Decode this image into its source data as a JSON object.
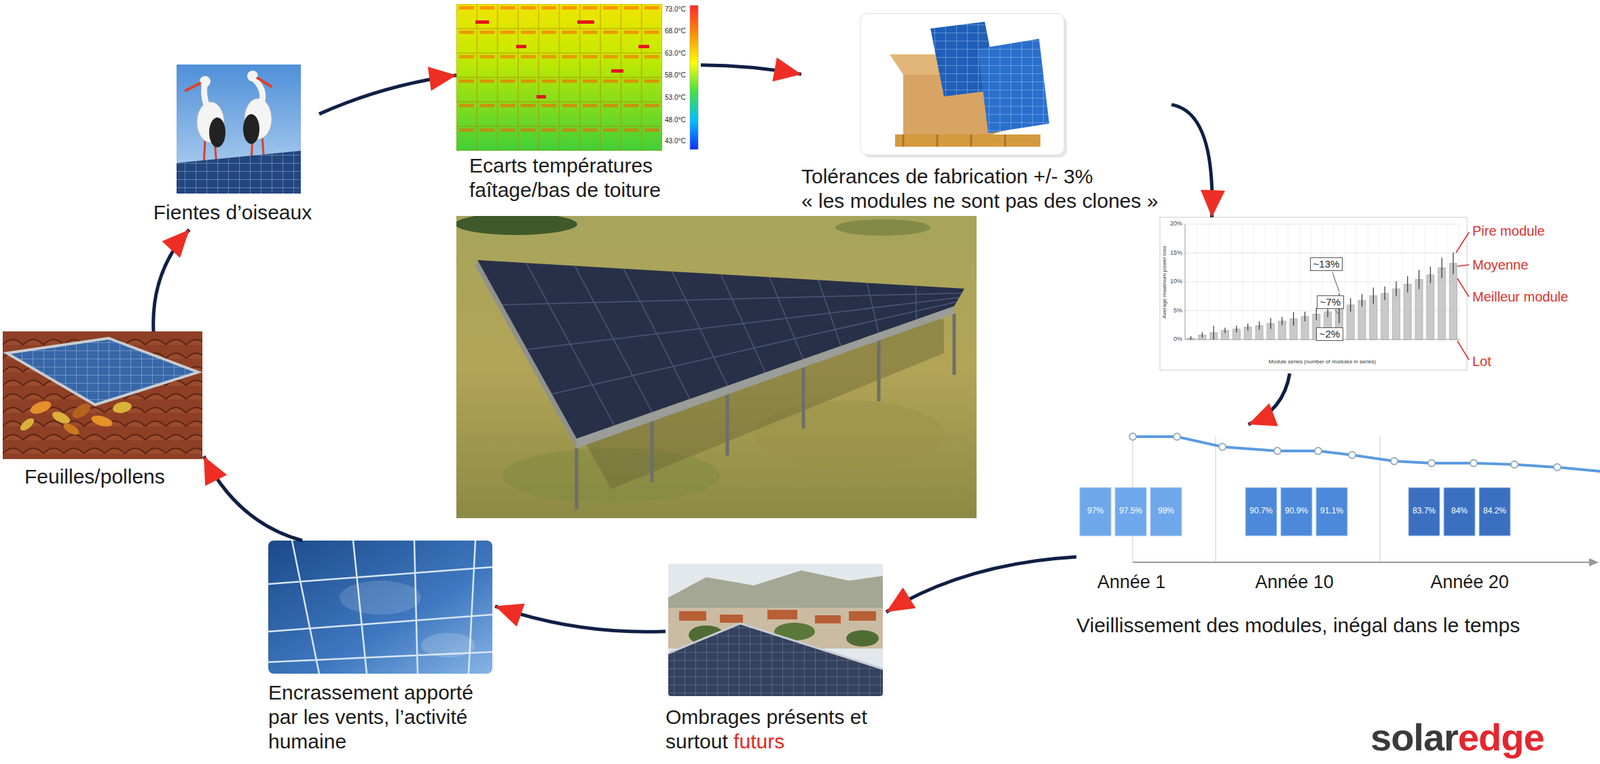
{
  "diagram": {
    "nodes": [
      {
        "text": [
          "Ecarts températures faîtage/bas de toiture"
        ]
      },
      {
        "text": [
          "Tolérances de fabrication +/- 3%",
          "« les modules ne sont pas des clones »"
        ]
      },
      {
        "text": [
          "~13%",
          "~7%",
          "~2%",
          "Pire module",
          "Moyenne",
          "Meilleur module",
          "Lot"
        ]
      },
      {
        "text": [
          "Vieillissement des modules, inégal dans le temps"
        ]
      },
      {
        "text": [
          "Ombrages présents et surtout",
          "futurs"
        ]
      },
      {
        "text": [
          "Encrassement apporté par les vents, l’activité humaine"
        ]
      },
      {
        "text": [
          "Feuilles/pollens"
        ]
      },
      {
        "text": [
          "Fientes d’oiseaux"
        ]
      }
    ],
    "edges": [
      {
        "from": 0,
        "to": 1,
        "arrow": "to"
      },
      {
        "from": 1,
        "to": 2,
        "arrow": "to"
      },
      {
        "from": 2,
        "to": 3,
        "arrow": "to"
      },
      {
        "from": 3,
        "to": 4,
        "arrow": "to"
      },
      {
        "from": 4,
        "to": 5,
        "arrow": "to"
      },
      {
        "from": 5,
        "to": 6,
        "arrow": "to"
      },
      {
        "from": 6,
        "to": 7,
        "arrow": "to"
      },
      {
        "from": 7,
        "to": 0,
        "arrow": "to"
      }
    ],
    "labels": [
      "73.0°C",
      "68.0°C",
      "63.0°C",
      "58.0°C",
      "53.0°C",
      "48.0°C",
      "43.0°C",
      "20%",
      "15%",
      "10%",
      "5%",
      "0%",
      "Average maximum power loss",
      "Module series (number of modules in series)",
      "97%",
      "97.5%",
      "98%",
      "90.7%",
      "90.9%",
      "91.1%",
      "83.7%",
      "84%",
      "84.2%",
      "Année 1",
      "Année 10",
      "Année 20",
      "solar",
      "edge"
    ]
  }
}
